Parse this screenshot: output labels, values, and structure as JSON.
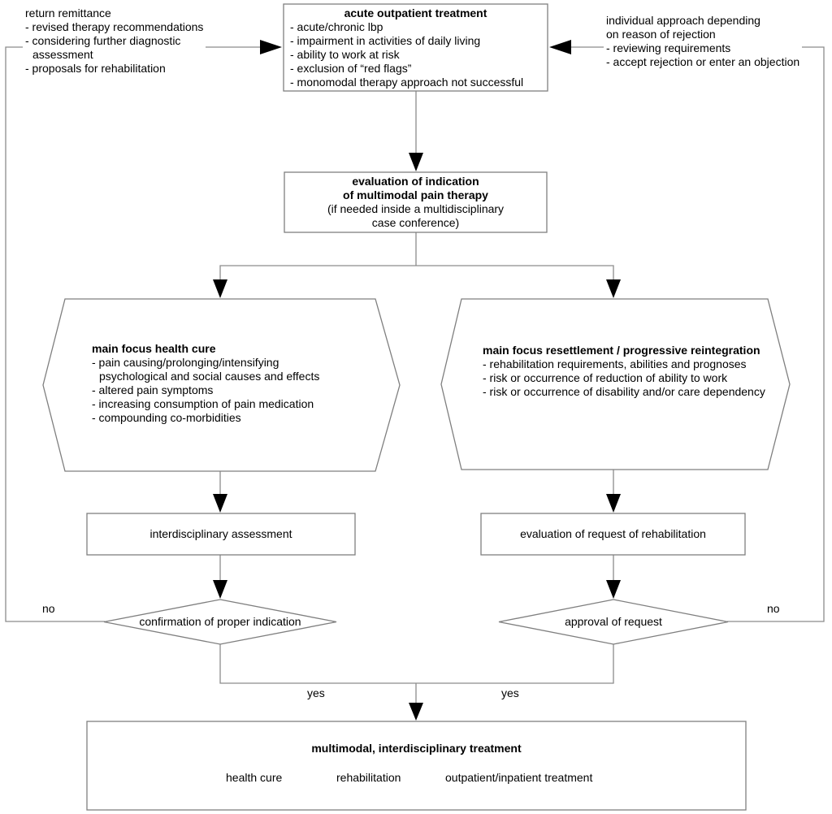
{
  "flow": {
    "notes": {
      "return_remittance": {
        "lines": [
          "return remittance",
          "- revised therapy recommendations",
          "- considering further diagnostic",
          "assessment",
          "- proposals for rehabilitation"
        ]
      },
      "rejection": {
        "lines": [
          "individual approach depending",
          "on reason of rejection",
          "- reviewing requirements",
          "- accept rejection or enter an objection"
        ]
      }
    },
    "acute_box": {
      "title": "acute outpatient treatment",
      "items": [
        "- acute/chronic lbp",
        "- impairment in activities of daily living",
        "- ability to work at risk",
        "- exclusion of “red flags”",
        "- monomodal therapy approach not successful"
      ]
    },
    "evaluation_box": {
      "lines": [
        "evaluation of indication",
        "of multimodal pain therapy",
        "(if needed inside a multidisciplinary",
        "case conference)"
      ]
    },
    "hex_health": {
      "title": "main focus health cure",
      "lines": [
        "- pain causing/prolonging/intensifying",
        "psychological and social causes and effects",
        "- altered pain symptoms",
        "- increasing consumption of pain medication",
        "- compounding co-morbidities"
      ]
    },
    "hex_resettlement": {
      "title": "main focus resettlement / progressive reintegration",
      "lines": [
        "- rehabilitation requirements, abilities and prognoses",
        "- risk or occurrence of reduction of ability to work",
        "- risk or occurrence of disability and/or care dependency"
      ]
    },
    "box_assessment": {
      "label": "interdisciplinary assessment"
    },
    "box_rehab_request": {
      "label": "evaluation of request of rehabilitation"
    },
    "decision_indication": {
      "label": "confirmation of proper indication"
    },
    "decision_approval": {
      "label": "approval of request"
    },
    "bottom_box": {
      "title": "multimodal, interdisciplinary treatment",
      "items": [
        "health cure",
        "rehabilitation",
        "outpatient/inpatient treatment"
      ]
    },
    "labels": {
      "no_left": "no",
      "no_right": "no",
      "yes_left": "yes",
      "yes_right": "yes"
    },
    "colors": {
      "line": "#8c8c8c",
      "border": "#7f7f7f",
      "arrow": "#000000",
      "text": "#000000",
      "background": "#ffffff"
    }
  }
}
